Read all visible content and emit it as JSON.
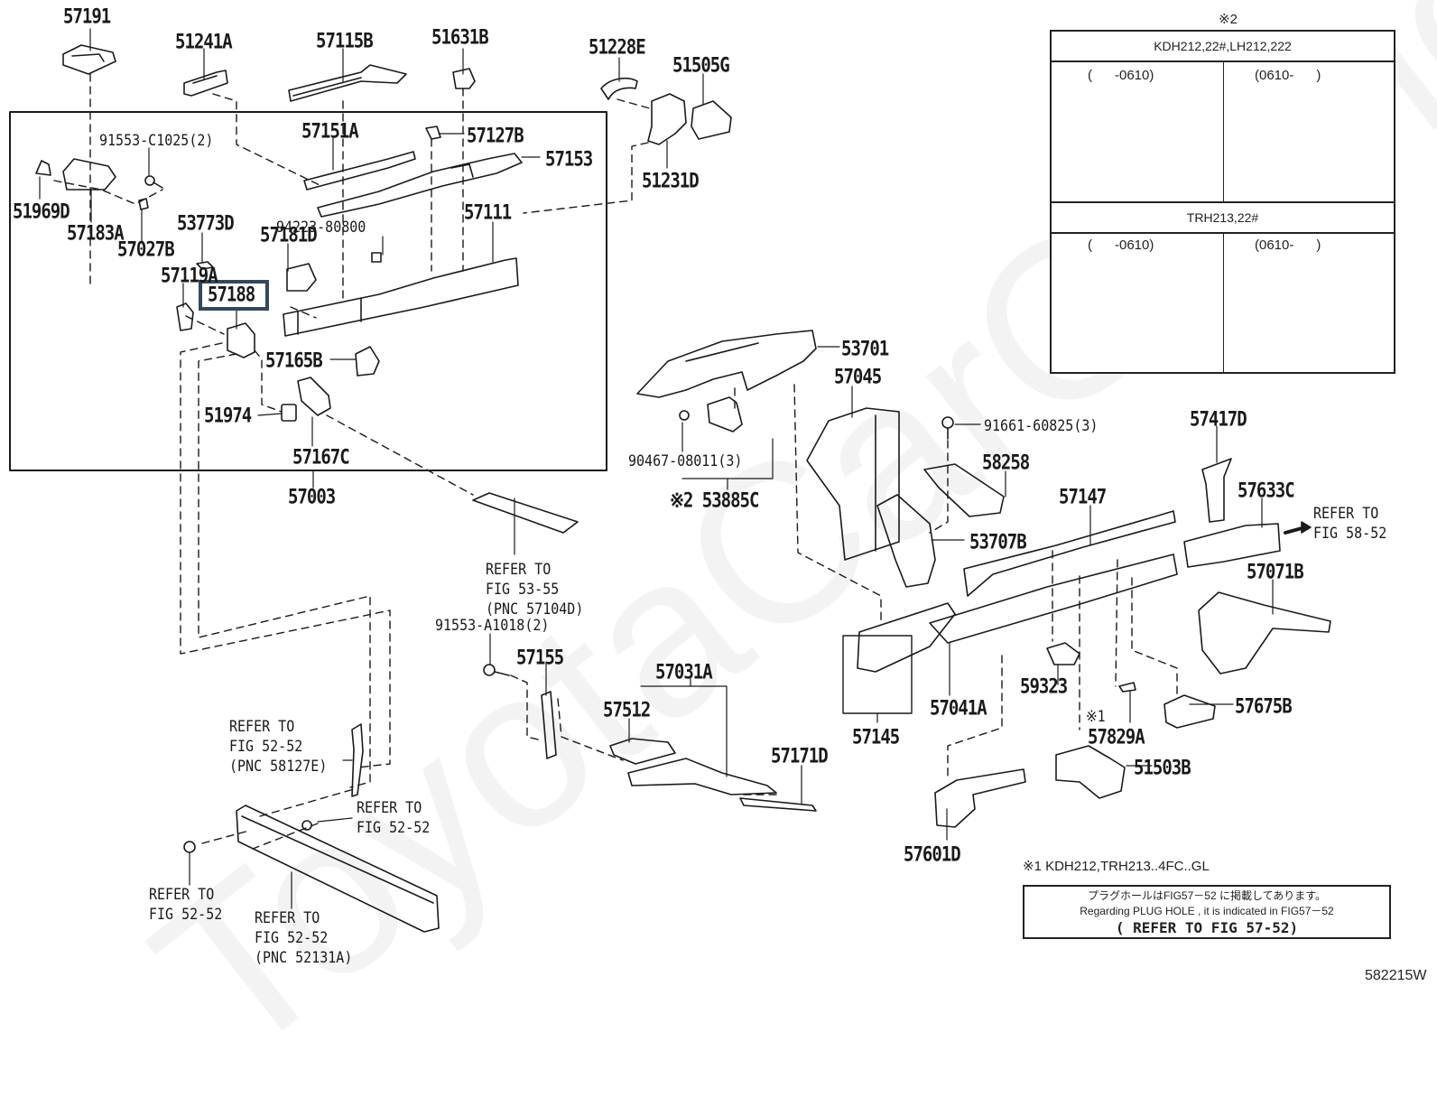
{
  "diagram": {
    "type": "exploded-parts-diagram",
    "figure_code": "582215W",
    "watermark": "ToyotaCarOnline.ru",
    "highlighted_part": "57188",
    "parts": [
      {
        "id": "57191",
        "label": "57191"
      },
      {
        "id": "51241A",
        "label": "51241A"
      },
      {
        "id": "57115B",
        "label": "57115B"
      },
      {
        "id": "51631B",
        "label": "51631B"
      },
      {
        "id": "51228E",
        "label": "51228E"
      },
      {
        "id": "51505G",
        "label": "51505G"
      },
      {
        "id": "51231D",
        "label": "51231D"
      },
      {
        "id": "91553-C1025",
        "label": "91553-C1025(2)"
      },
      {
        "id": "57151A",
        "label": "57151A"
      },
      {
        "id": "57127B",
        "label": "57127B"
      },
      {
        "id": "57153",
        "label": "57153"
      },
      {
        "id": "51969D",
        "label": "51969D"
      },
      {
        "id": "57183A",
        "label": "57183A"
      },
      {
        "id": "57027B",
        "label": "57027B"
      },
      {
        "id": "53773D",
        "label": "53773D"
      },
      {
        "id": "57181D",
        "label": "57181D"
      },
      {
        "id": "94223-80800",
        "label": "94223-80800"
      },
      {
        "id": "57111",
        "label": "57111"
      },
      {
        "id": "57119A",
        "label": "57119A"
      },
      {
        "id": "57188",
        "label": "57188"
      },
      {
        "id": "57165B",
        "label": "57165B"
      },
      {
        "id": "51974",
        "label": "51974"
      },
      {
        "id": "57167C",
        "label": "57167C"
      },
      {
        "id": "57003",
        "label": "57003"
      },
      {
        "id": "53701",
        "label": "53701"
      },
      {
        "id": "57045",
        "label": "57045"
      },
      {
        "id": "90467-08011",
        "label": "90467-08011(3)"
      },
      {
        "id": "53885C",
        "label": "※2 53885C"
      },
      {
        "id": "91661-60825",
        "label": "91661-60825(3)"
      },
      {
        "id": "58258",
        "label": "58258"
      },
      {
        "id": "57417D",
        "label": "57417D"
      },
      {
        "id": "57147",
        "label": "57147"
      },
      {
        "id": "57633C",
        "label": "57633C"
      },
      {
        "id": "53707B",
        "label": "53707B"
      },
      {
        "id": "57071B",
        "label": "57071B"
      },
      {
        "id": "91553-A1018",
        "label": "91553-A1018(2)"
      },
      {
        "id": "57155",
        "label": "57155"
      },
      {
        "id": "57031A",
        "label": "57031A"
      },
      {
        "id": "57512",
        "label": "57512"
      },
      {
        "id": "57171D",
        "label": "57171D"
      },
      {
        "id": "57145",
        "label": "57145"
      },
      {
        "id": "57041A",
        "label": "57041A"
      },
      {
        "id": "59323",
        "label": "59323"
      },
      {
        "id": "57829A",
        "label": "57829A"
      },
      {
        "id": "57829A-note",
        "label": "※1"
      },
      {
        "id": "57675B",
        "label": "57675B"
      },
      {
        "id": "51503B",
        "label": "51503B"
      },
      {
        "id": "57601D",
        "label": "57601D"
      }
    ],
    "references": [
      {
        "id": "ref-58-52",
        "text": "REFER TO\nFIG 58-52"
      },
      {
        "id": "ref-53-55",
        "text": "REFER TO\nFIG 53-55\n(PNC 57104D)"
      },
      {
        "id": "ref-52-52-58127E",
        "text": "REFER TO\nFIG 52-52\n(PNC 58127E)"
      },
      {
        "id": "ref-52-52-bolt-right",
        "text": "REFER TO\nFIG 52-52"
      },
      {
        "id": "ref-52-52-bolt-left",
        "text": "REFER TO\nFIG 52-52"
      },
      {
        "id": "ref-52-52-52131A",
        "text": "REFER TO\nFIG 52-52\n(PNC 52131A)"
      }
    ],
    "legend": {
      "marker": "※2",
      "groups": [
        {
          "title": "KDH212,22#,LH212,222",
          "cells": [
            "(      -0610)",
            "(0610-      )"
          ]
        },
        {
          "title": "TRH213,22#",
          "cells": [
            "(      -0610)",
            "(0610-      )"
          ]
        }
      ]
    },
    "footnote": "※1 KDH212,TRH213..4FC..GL",
    "plug_hole_note": {
      "line_jp": "プラグホールはFIG57－52 に掲載してあります。",
      "line_en": "Regarding  PLUG  HOLE  , it  is  indicated  in  FIG57－52",
      "line_ref": "( REFER TO FIG 57-52)"
    }
  }
}
